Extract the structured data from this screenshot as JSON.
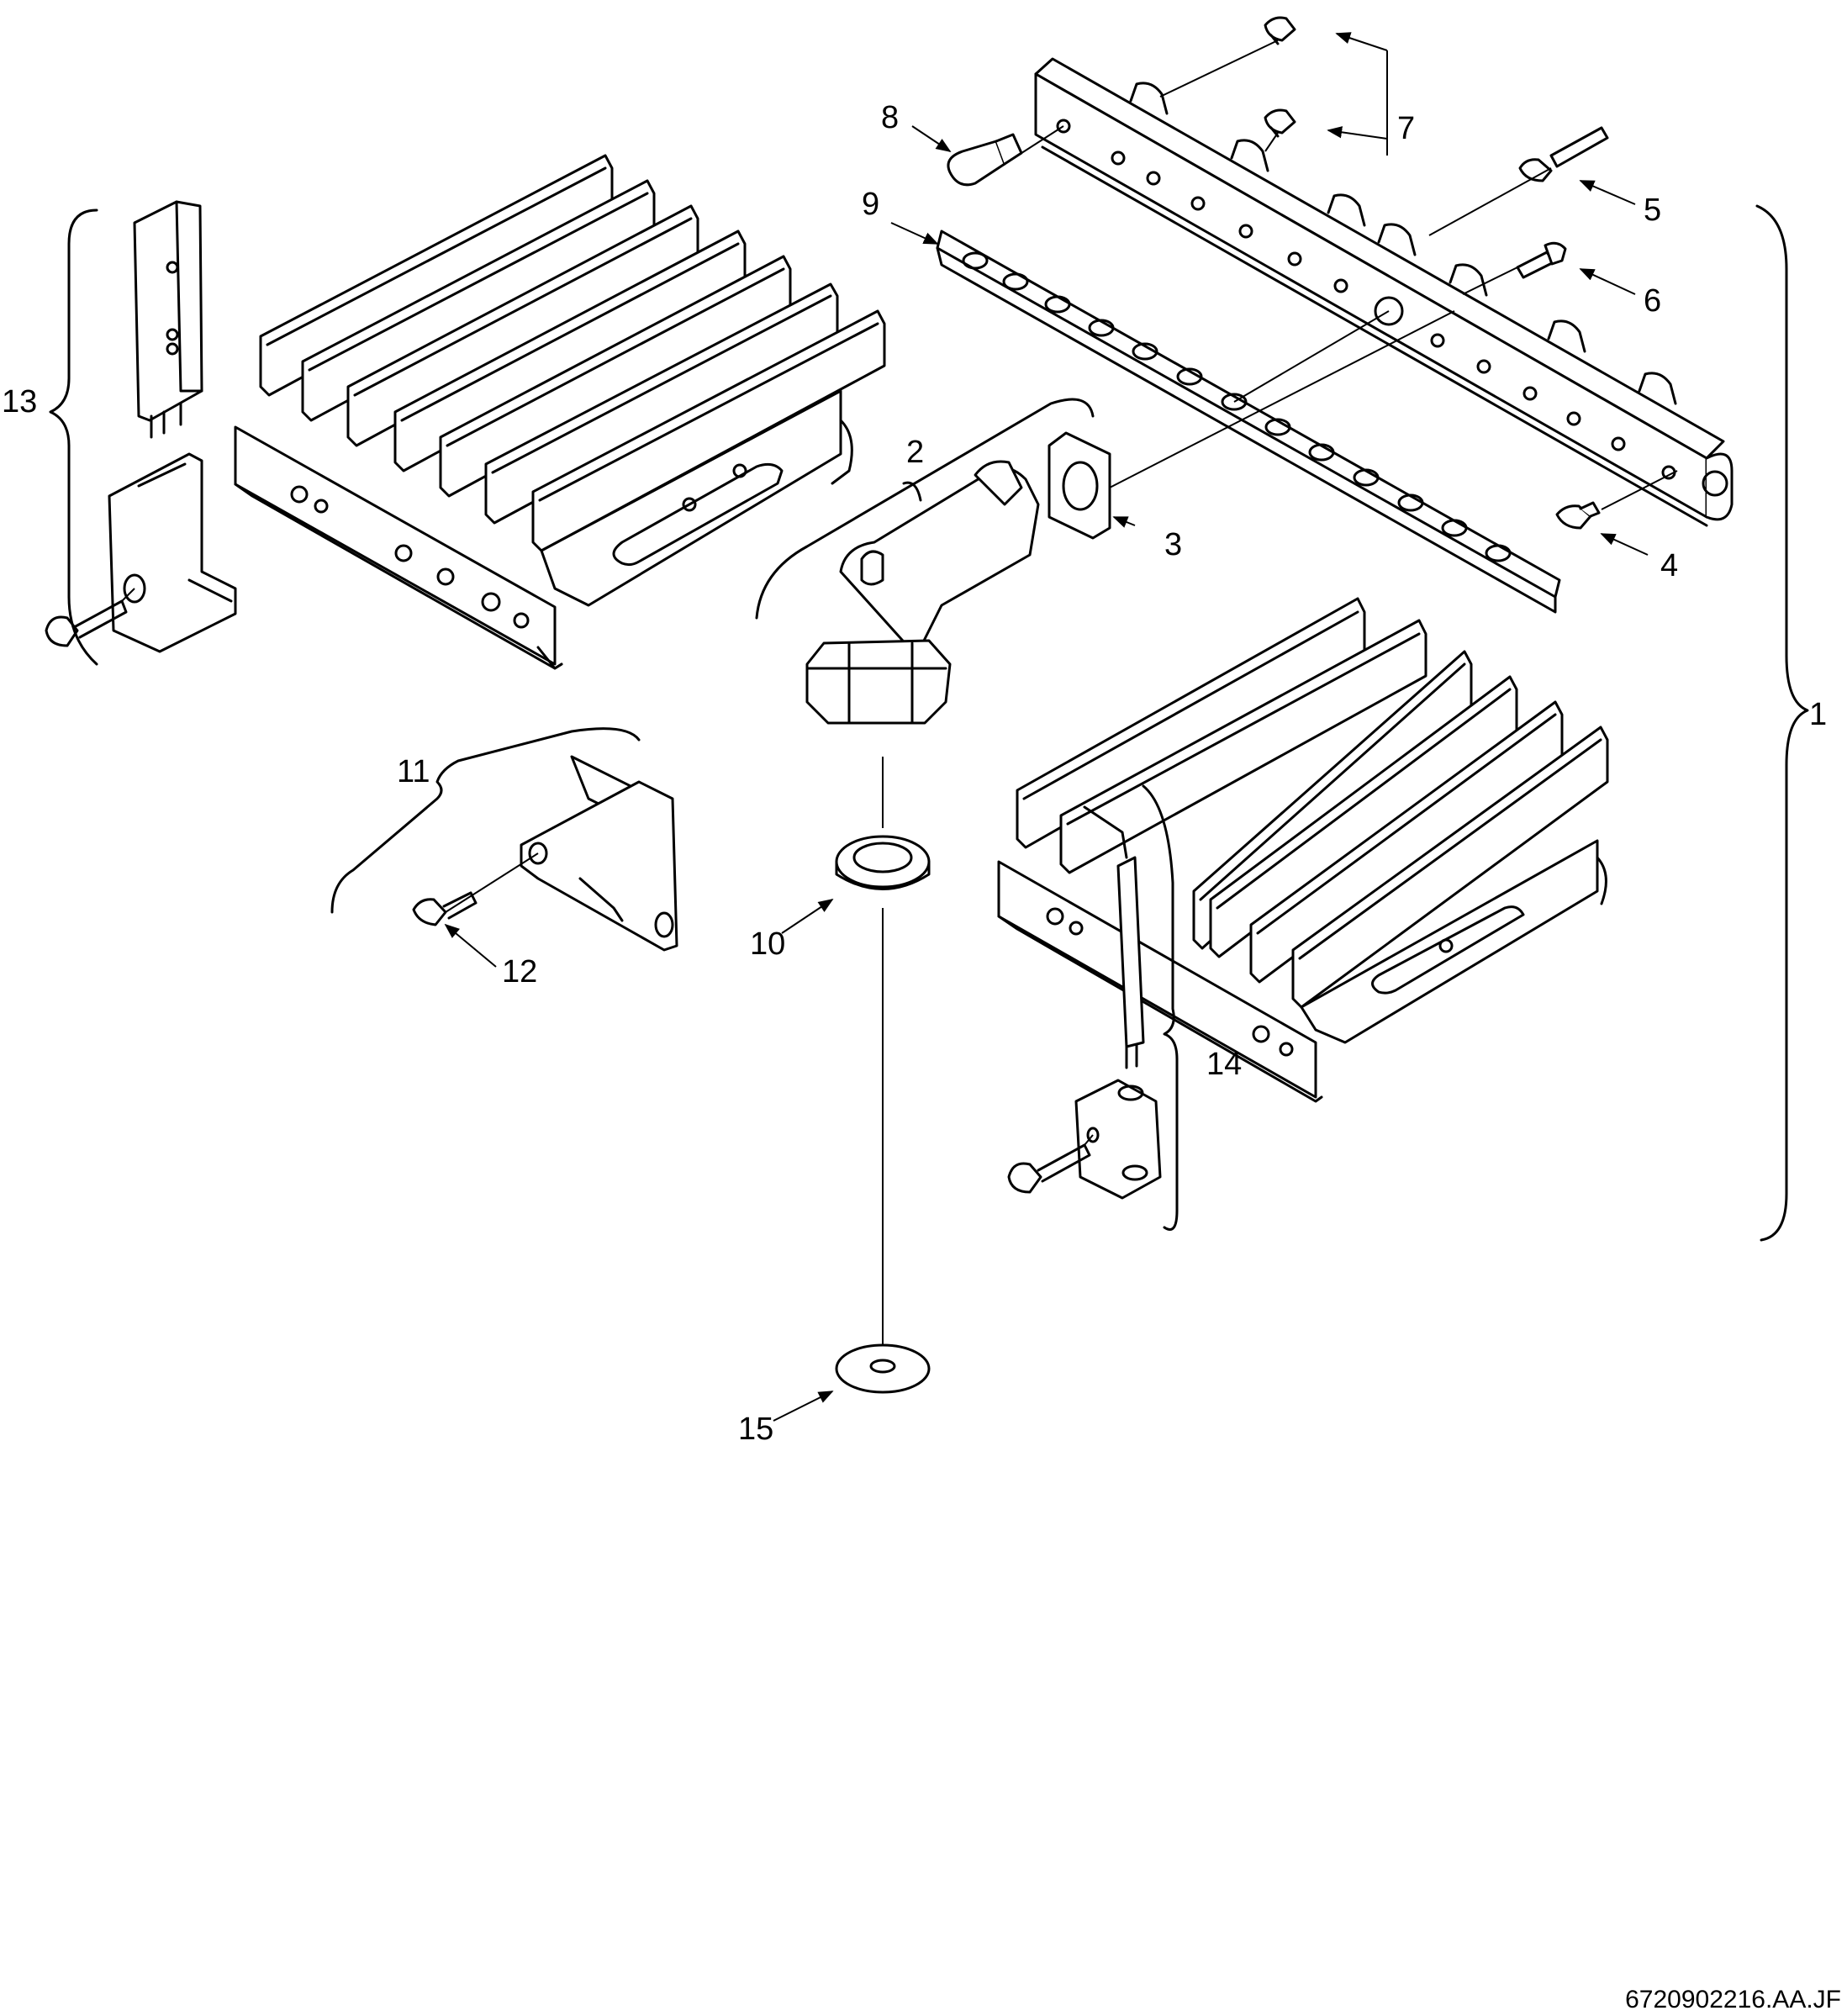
{
  "diagram": {
    "callouts": {
      "c1": "1",
      "c2": "2",
      "c3": "3",
      "c4": "4",
      "c5": "5",
      "c6": "6",
      "c7": "7",
      "c8": "8",
      "c9": "9",
      "c10": "10",
      "c11": "11",
      "c12": "12",
      "c13": "13",
      "c14": "14",
      "c15": "15"
    },
    "document_code": "6720902216.AA.JF"
  }
}
